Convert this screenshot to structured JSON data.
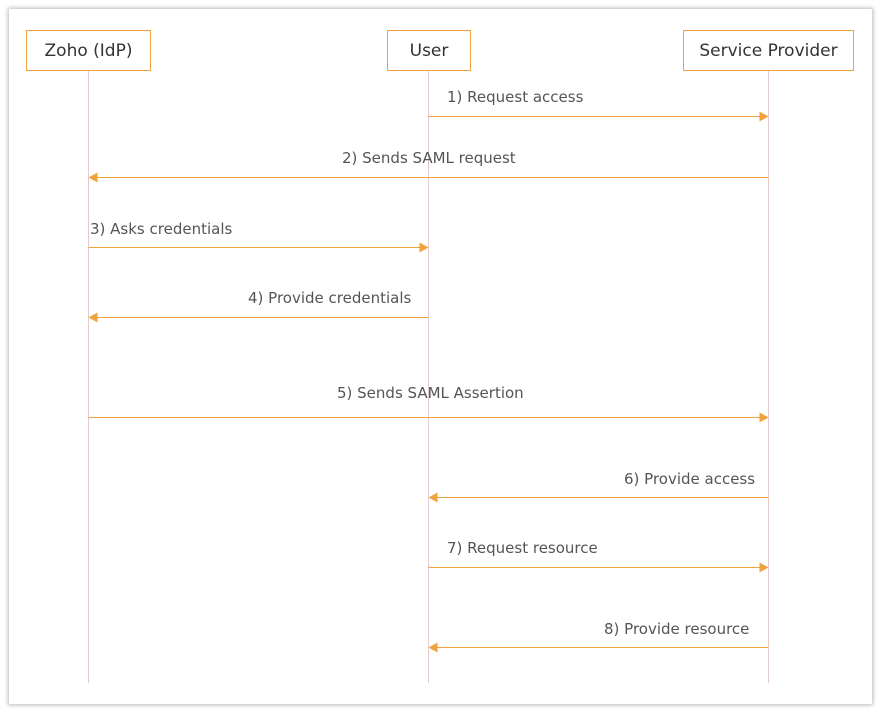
{
  "participants": {
    "idp": "Zoho (IdP)",
    "user": "User",
    "sp": "Service Provider"
  },
  "messages": [
    {
      "from": "user",
      "to": "sp",
      "label": "1) Request access"
    },
    {
      "from": "sp",
      "to": "idp",
      "label": "2) Sends SAML request"
    },
    {
      "from": "idp",
      "to": "user",
      "label": "3) Asks credentials"
    },
    {
      "from": "user",
      "to": "idp",
      "label": "4) Provide credentials"
    },
    {
      "from": "idp",
      "to": "sp",
      "label": "5) Sends SAML Assertion"
    },
    {
      "from": "sp",
      "to": "user",
      "label": "6) Provide access"
    },
    {
      "from": "user",
      "to": "sp",
      "label": "7) Request resource"
    },
    {
      "from": "sp",
      "to": "user",
      "label": "8) Provide resource"
    }
  ],
  "colors": {
    "arrow": "#f0a23c",
    "lifeline": "#e7c9cc",
    "participant_border": "#f0a23c"
  }
}
